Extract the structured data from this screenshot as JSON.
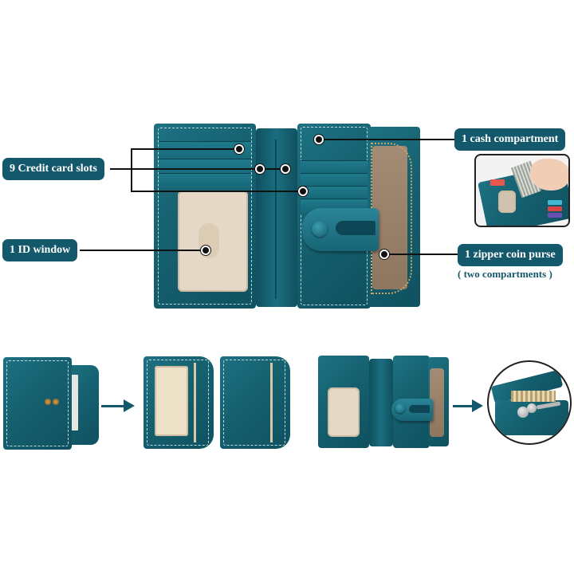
{
  "callouts": {
    "credit_card_slots": "9 Credit card slots",
    "id_window": "1 ID window",
    "cash_compartment": "1 cash compartment",
    "zipper_coin_purse": "1 zipper coin purse",
    "zipper_coin_purse_note": "( two compartments )"
  },
  "colors": {
    "label_bg": "#14596b",
    "label_text": "#ffffff",
    "leather": "#15606f",
    "window": "#e6d8c6",
    "purse_lining": "#9a826b",
    "leader_line": "#111111"
  },
  "bottom_row": {
    "step1": "closed-wallet-with-removable-card-holder",
    "step2": "detached-card-holder-front-and-back",
    "step3": "opened-wallet",
    "step4": "coin-purse-detail-circle"
  }
}
